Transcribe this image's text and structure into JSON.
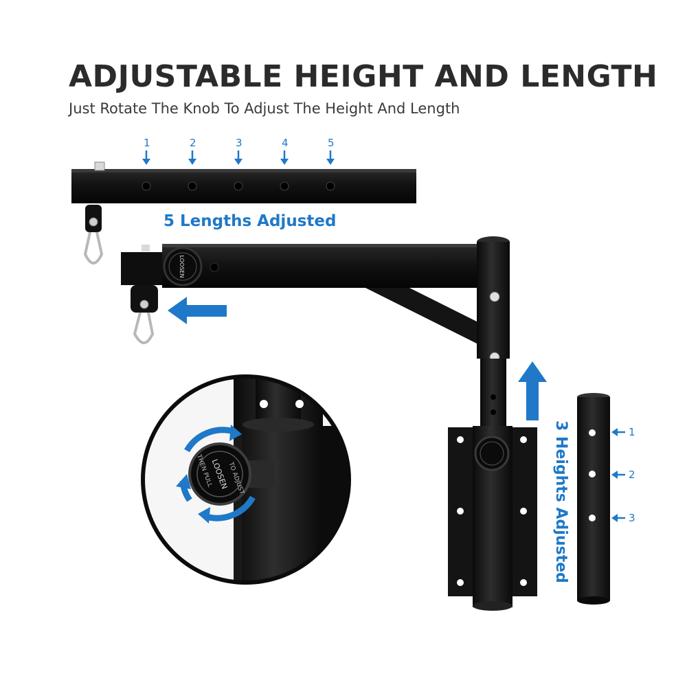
{
  "headline": "ADJUSTABLE HEIGHT AND LENGTH",
  "subtitle": "Just Rotate The Knob To Adjust The Height And Length",
  "length_caption": "5 Lengths Adjusted",
  "height_caption": "3 Heights Adjusted",
  "length_positions": [
    "1",
    "2",
    "3",
    "4",
    "5"
  ],
  "height_positions": [
    "1",
    "2",
    "3"
  ],
  "knob_text": {
    "line1": "THEN PULL",
    "line2": "LOOSEN",
    "line3": "TO ADJUST"
  },
  "colors": {
    "accent": "#1f78c8",
    "steel": "#151515",
    "text": "#2b2b2b"
  }
}
